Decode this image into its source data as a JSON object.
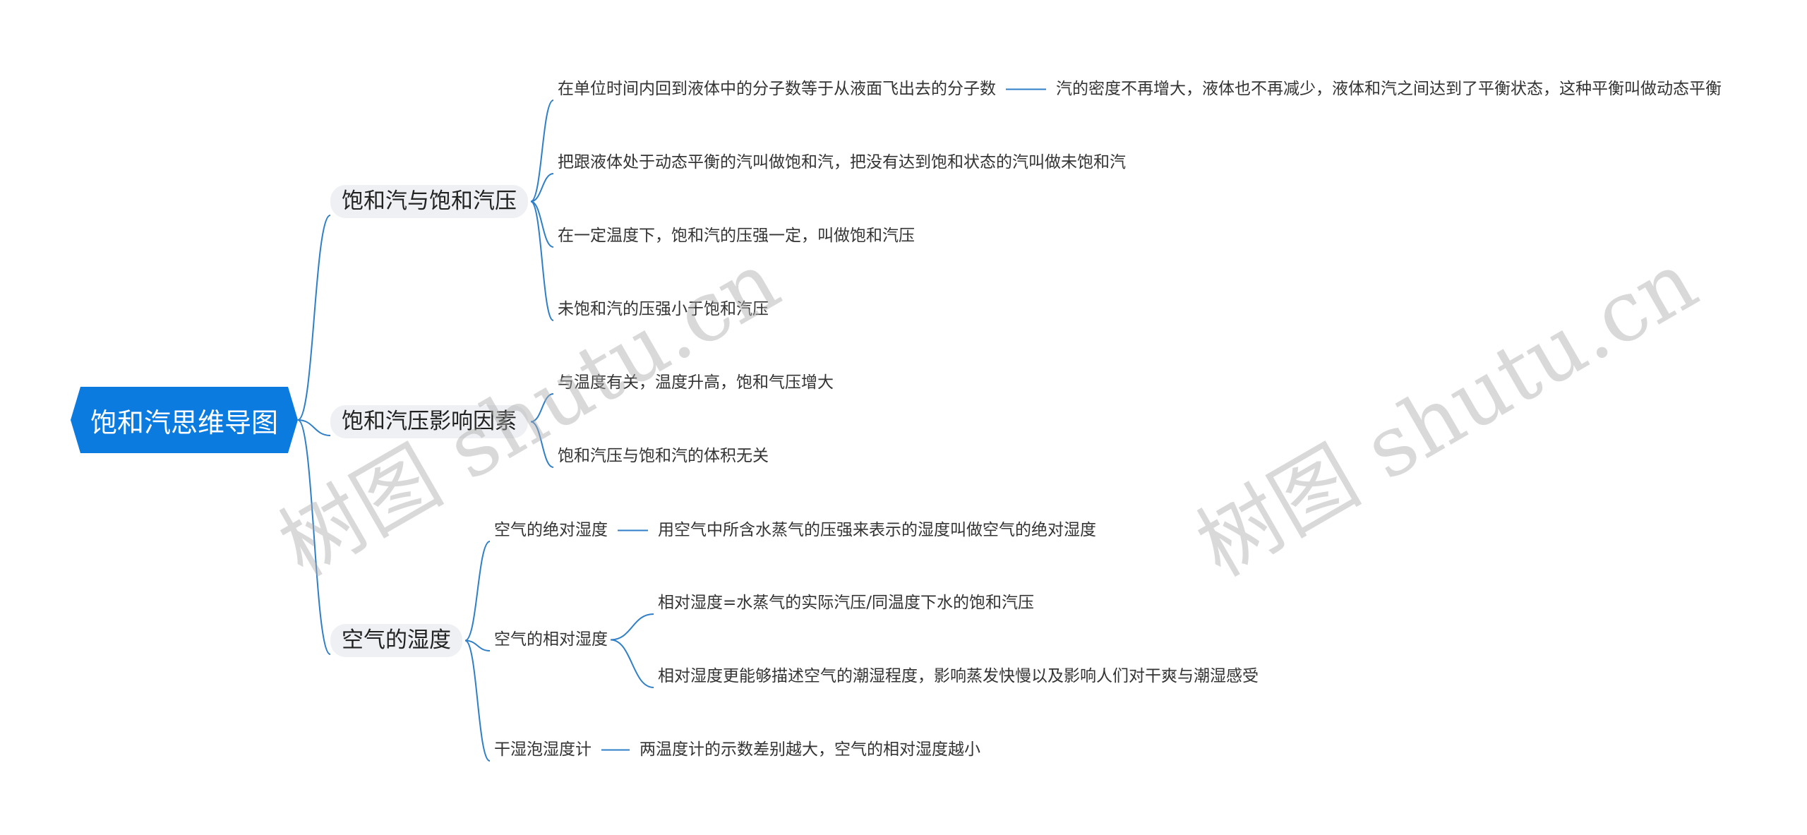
{
  "root": {
    "label": "饱和汽思维导图"
  },
  "branches": [
    {
      "label": "饱和汽与饱和汽压",
      "children": [
        {
          "label": "在单位时间内回到液体中的分子数等于从液面飞出去的分子数",
          "child": "汽的密度不再增大，液体也不再减少，液体和汽之间达到了平衡状态，这种平衡叫做动态平衡"
        },
        {
          "label": "把跟液体处于动态平衡的汽叫做饱和汽，把没有达到饱和状态的汽叫做未饱和汽"
        },
        {
          "label": "在一定温度下，饱和汽的压强一定，叫做饱和汽压"
        },
        {
          "label": "未饱和汽的压强小于饱和汽压"
        }
      ]
    },
    {
      "label": "饱和汽压影响因素",
      "children": [
        {
          "label": "与温度有关，温度升高，饱和气压增大"
        },
        {
          "label": "饱和汽压与饱和汽的体积无关"
        }
      ]
    },
    {
      "label": "空气的湿度",
      "children": [
        {
          "label": "空气的绝对湿度",
          "child": "用空气中所含水蒸气的压强来表示的湿度叫做空气的绝对湿度"
        },
        {
          "label": "空气的相对湿度",
          "items": [
            "相对湿度=水蒸气的实际汽压/同温度下水的饱和汽压",
            "相对湿度更能够描述空气的潮湿程度，影响蒸发快慢以及影响人们对干爽与潮湿感受"
          ]
        },
        {
          "label": "干湿泡湿度计",
          "child": "两温度计的示数差别越大，空气的相对湿度越小"
        }
      ]
    }
  ],
  "watermark": "树图 shutu.cn",
  "colors": {
    "root_bg": "#0b7be0",
    "line": "#2f7fc8",
    "branch_bg": "#eef0f3"
  }
}
